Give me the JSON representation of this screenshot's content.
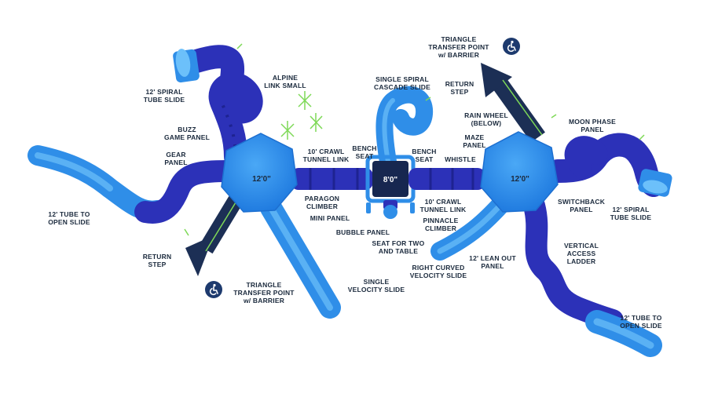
{
  "colors": {
    "tube": "#2c31b8",
    "tube_dark": "#1e2391",
    "slide": "#2f8ee8",
    "slide_light": "#5db2f6",
    "deck": "#2a8bea",
    "step": "#1c2f55",
    "accent_green": "#7ed957",
    "ada_badge": "#1d3a6e",
    "text": "#1b2a3d"
  },
  "decks": [
    {
      "id": "left",
      "size": "12'0\""
    },
    {
      "id": "center",
      "size": "8'0\""
    },
    {
      "id": "right",
      "size": "12'0\""
    }
  ],
  "labels": {
    "spiral_tube_left": "12' SPIRAL\nTUBE SLIDE",
    "alpine_link": "ALPINE\nLINK SMALL",
    "buzz_game": "BUZZ\nGAME PANEL",
    "gear_panel": "GEAR\nPANEL",
    "tube_open_left": "12' TUBE TO\nOPEN SLIDE",
    "return_step_left": "RETURN\nSTEP",
    "triangle_bottom": "TRIANGLE\nTRANSFER POINT\nw/ BARRIER",
    "single_velocity": "SINGLE\nVELOCITY SLIDE",
    "paragon": "PARAGON\nCLIMBER",
    "mini_panel": "MINI PANEL",
    "crawl_left": "10' CRAWL\nTUNNEL LINK",
    "bench_left": "BENCH\nSEAT",
    "bench_right": "BENCH\nSEAT",
    "single_spiral_cascade": "SINGLE SPIRAL\nCASCADE SLIDE",
    "bubble_panel": "BUBBLE PANEL",
    "seat_table": "SEAT FOR TWO\nAND TABLE",
    "crawl_right": "10' CRAWL\nTUNNEL LINK",
    "pinnacle": "PINNACLE\nCLIMBER",
    "whistle": "WHISTLE",
    "right_curved": "RIGHT CURVED\nVELOCITY SLIDE",
    "lean_out": "12' LEAN OUT\nPANEL",
    "triangle_top": "TRIANGLE\nTRANSFER POINT\nw/ BARRIER",
    "return_step_right": "RETURN\nSTEP",
    "rain_wheel": "RAIN WHEEL\n(BELOW)",
    "maze_panel": "MAZE\nPANEL",
    "moon_phase": "MOON PHASE\nPANEL",
    "switchback": "SWITCHBACK\nPANEL",
    "spiral_tube_right": "12' SPIRAL\nTUBE SLIDE",
    "vertical_ladder": "VERTICAL\nACCESS\nLADDER",
    "tube_open_right": "12' TUBE TO\nOPEN SLIDE"
  },
  "icons": {
    "accessibility_top": "accessibility-icon",
    "accessibility_bottom": "accessibility-icon"
  }
}
